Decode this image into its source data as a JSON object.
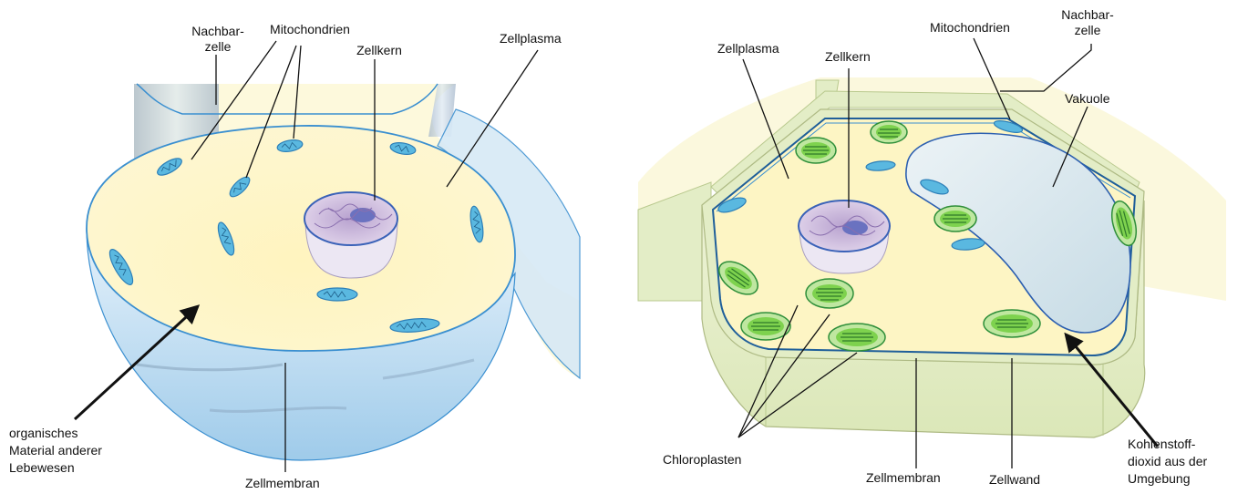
{
  "animal_cell": {
    "labels": {
      "neighbor_cell": "Nachbar-\nzelle",
      "mitochondria": "Mitochondrien",
      "nucleus": "Zellkern",
      "cytoplasm": "Zellplasma",
      "organic_material": "organisches\nMaterial anderer\nLebewesen",
      "cell_membrane": "Zellmembran"
    }
  },
  "plant_cell": {
    "labels": {
      "cytoplasm": "Zellplasma",
      "nucleus": "Zellkern",
      "mitochondria": "Mitochondrien",
      "neighbor_cell": "Nachbar-\nzelle",
      "vacuole": "Vakuole",
      "chloroplasts": "Chloroplasten",
      "cell_membrane": "Zellmembran",
      "cell_wall": "Zellwand",
      "co2": "Kohlenstoff-\ndioxid aus der\nUmgebung"
    }
  },
  "colors": {
    "cytoplasm": "#fdf5c4",
    "membrane": "#3a8fd0",
    "membrane_side": "#cfe6f7",
    "mitochondrion": "#5ab8e0",
    "nucleus": "#c9b2d8",
    "nucleolus": "#6a72c0",
    "chloroplast": "#7ed24e",
    "cell_wall": "#e3edc6",
    "vacuole": "#dbe9f0",
    "leader": "#111111"
  }
}
